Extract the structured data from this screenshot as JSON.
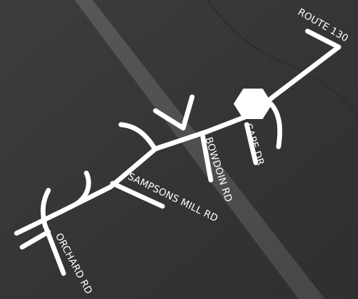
{
  "map": {
    "background_tone": "#3a3a3a",
    "road_color": "#ffffff",
    "landmark": {
      "icon": "hexagon-icon"
    },
    "labels": {
      "route_130": "ROUTE 130",
      "cape_dr": "CAPE DR",
      "bowdoin_rd": "BOWDOIN RD",
      "sampsons_mill_rd": "SAMPSONS MILL RD",
      "orchard_rd": "ORCHARD RD"
    }
  }
}
